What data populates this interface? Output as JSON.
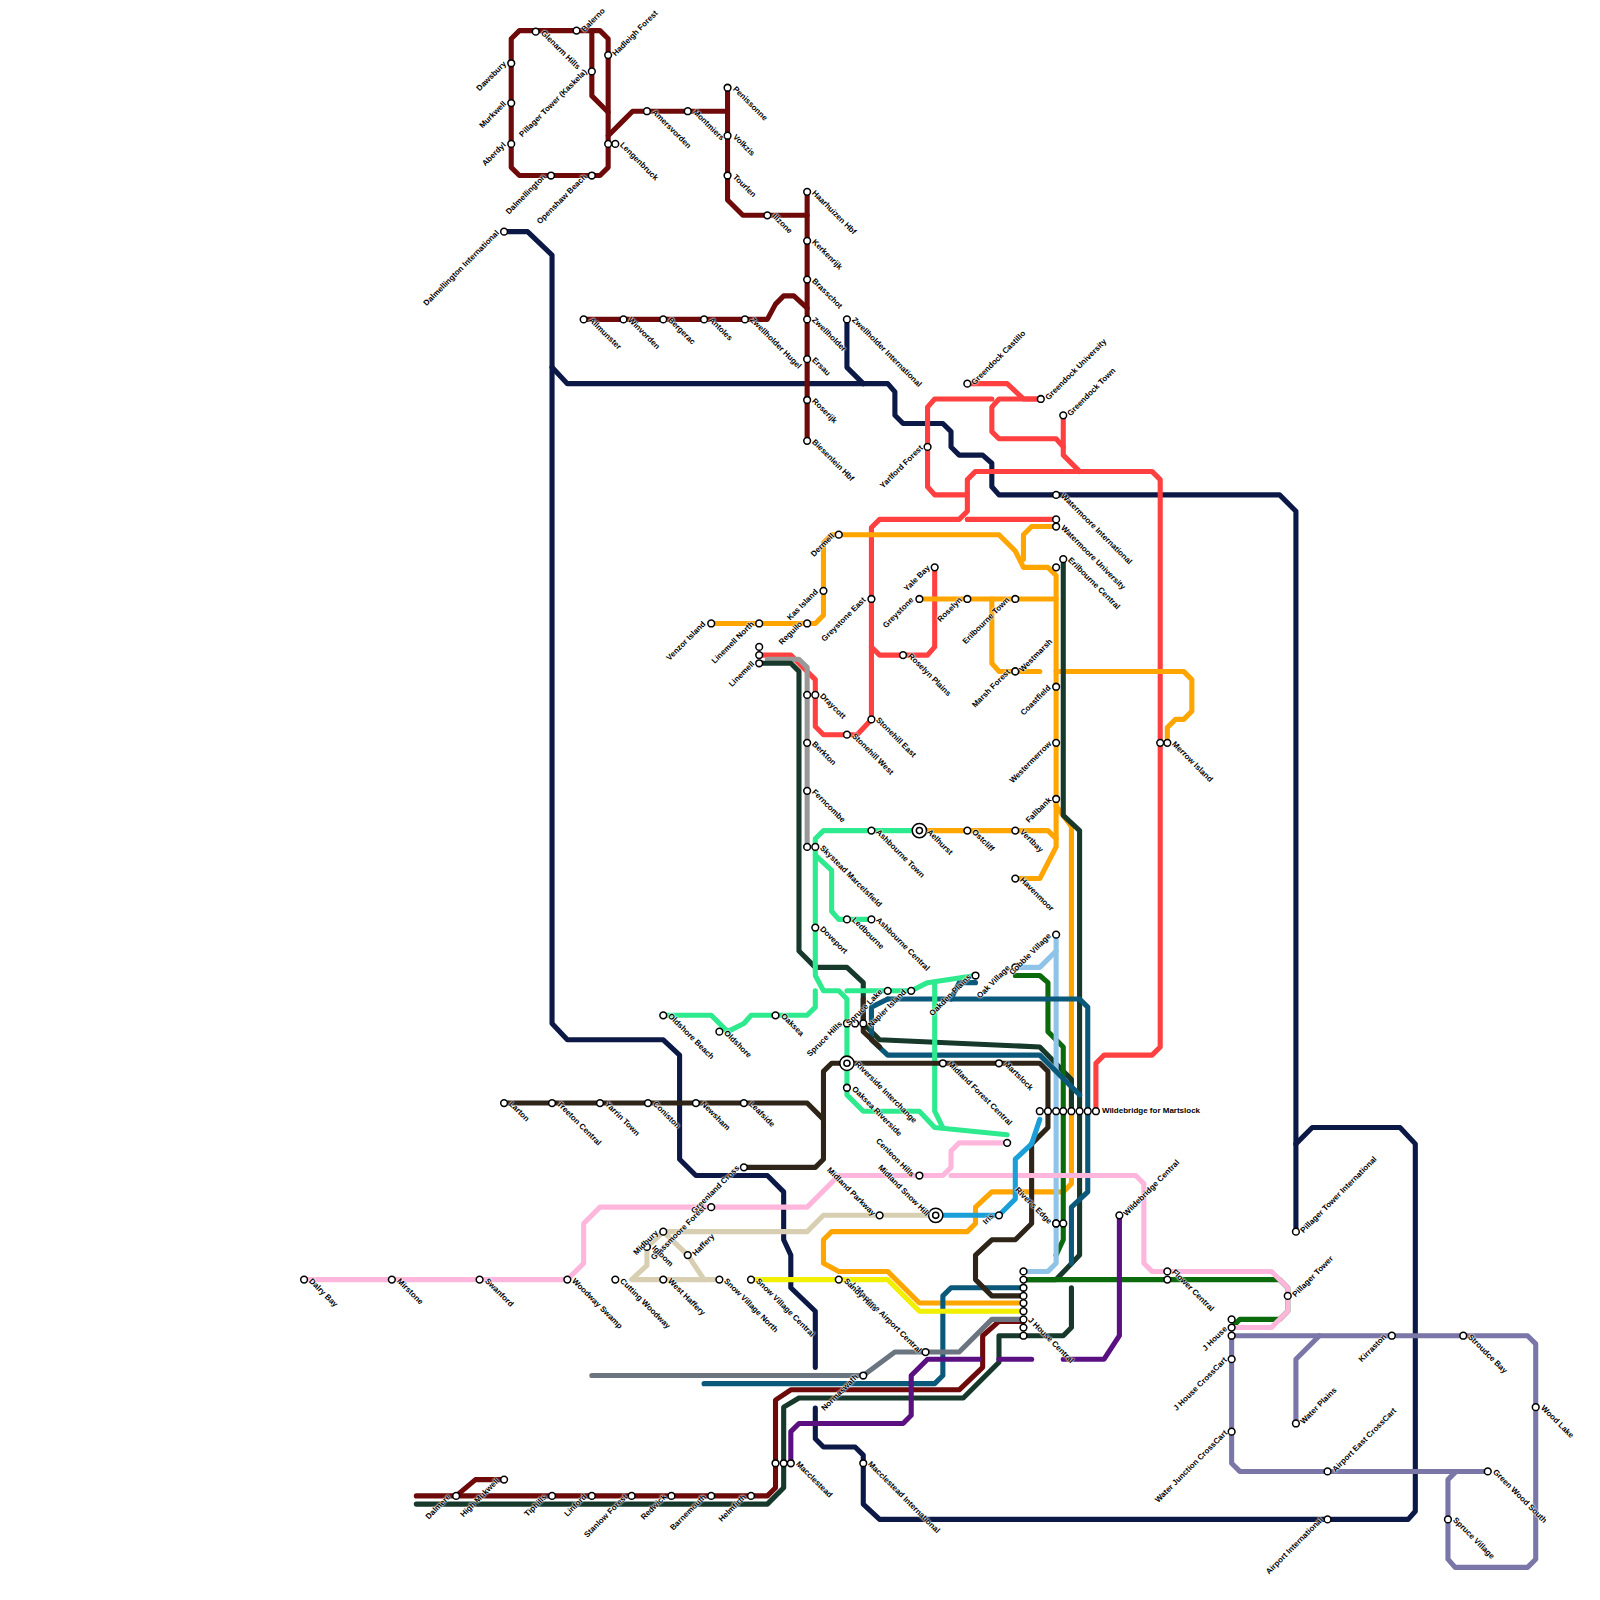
{
  "diagram": {
    "labels": [
      "Balerno",
      "Glenarm Hills",
      "Hadleigh Forest",
      "Dawsbury",
      "Murkwell",
      "Pillager Tower (Kaskela)",
      "Aberdyl",
      "Dalmellington",
      "Openshaw Beach",
      "Lengenbruck",
      "Amersvorden",
      "Montmiers",
      "Penissonne",
      "Volkzis",
      "Tourlen",
      "Illzone",
      "Haarhuizen Hbf",
      "Kerkenrijk",
      "Brasschot",
      "Zwellholder",
      "Ersau",
      "Roserijk",
      "Biesenlein Hbf",
      "Allmunster",
      "Winvorden",
      "Bergerac",
      "Antoles",
      "Zwellholder Hugel",
      "Zwellholder International",
      "Dalmellington International",
      "Greendock Castillo",
      "Greendock University",
      "Greendock Town",
      "Yarlford Forest",
      "Watermoore International",
      "Watermoore University",
      "Dermell",
      "Yale Bay",
      "Roselyn",
      "Erilbourne Town",
      "Erilbourne Central",
      "Greystone East",
      "Greystone",
      "Kas Island",
      "Venzor Island",
      "Linemell North",
      "Reguilo",
      "Westmarsh",
      "Marsh Forest",
      "Roselyn Plains",
      "Coastfield",
      "Linemell",
      "Draycott",
      "Stonehill East",
      "Stonehill West",
      "Berkton",
      "Westermerrow",
      "Merrow Island",
      "Ferncombe",
      "Fallbank",
      "Ashbourne Town",
      "Aelhurst",
      "Ostcliff",
      "Vertbay",
      "Skystead Marcelsfield",
      "Havenmoor",
      "Cobble Village",
      "Ashbourne Central",
      "Ledbourne",
      "Doveport",
      "Oakden Plains",
      "Oak Village",
      "Napier Island",
      "Spruce Lake",
      "Oaksea",
      "Oldshore Beach",
      "Oldshore",
      "Spruce Hills",
      "Riverside Interchange",
      "Martslock",
      "Midland Forest Central",
      "Oaksea Riverside",
      "Wildebridge for Martslock",
      "Larton",
      "Treeton Central",
      "Yarrin Town",
      "Coniston",
      "Newsham",
      "Leafside",
      "Greenland Cross",
      "Grassmoore Forest",
      "Cenleon Hills",
      "Midland Parkway",
      "Midland Snow Hill",
      "Iris",
      "River's Edge",
      "Wildebridge Central",
      "Midbury",
      "Igloom",
      "Haffery",
      "Cutting Woodway",
      "West Haffery",
      "Snow Village North",
      "Snow Village Central",
      "Woodway Swamp",
      "Swanford",
      "Mirstone",
      "Dalry Bay",
      "L'Mantree Airport Central",
      "Sandy Hills",
      "Flower Central",
      "Pillager Tower International",
      "Pillager Tower",
      "J House",
      "J House Central",
      "Normaswath",
      "J House CrossCart",
      "Water Plains",
      "Kirraston",
      "Stroudce Bay",
      "Wood Lake",
      "Water Junction CrossCart",
      "Airport East CrossCart",
      "Green Wood South",
      "Spruce Village",
      "Airport International",
      "Macclestead",
      "Macclestead International",
      "High Mukwell",
      "Dalmere",
      "Tiphills",
      "Linford",
      "Stanlow Forest",
      "Redwick",
      "Barnemouth",
      "Helmfirth"
    ]
  }
}
